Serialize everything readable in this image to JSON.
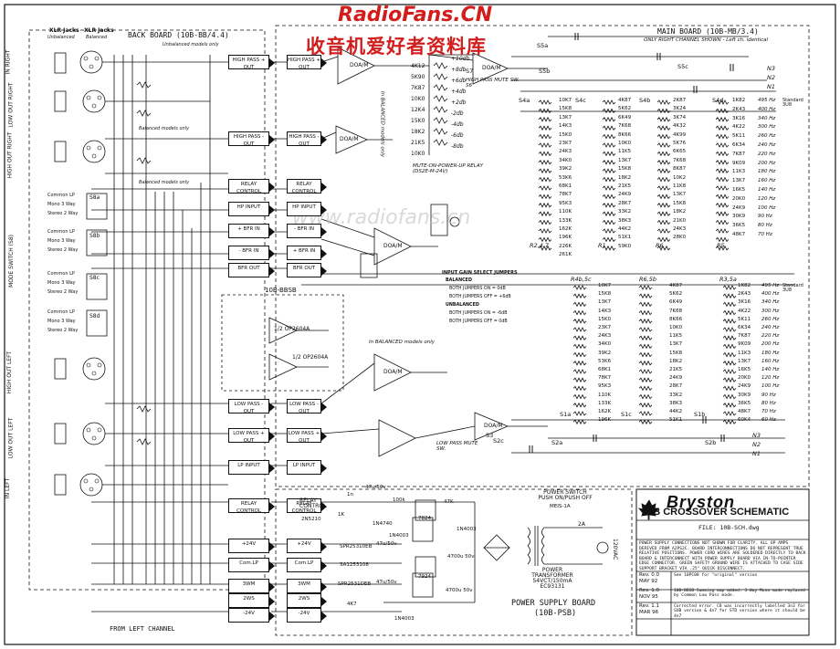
{
  "watermark": {
    "site": "RadioFans.CN",
    "cn": "收音机爱好者资料库",
    "faint": "www.radiofans.cn"
  },
  "back_board": {
    "heading": "BACK BOARD  (10B-BB/4.4)",
    "xlr_jacks_1": "XLR Jacks",
    "unbalanced": "Unbalanced",
    "xlr_jacks_2": "XLR Jacks",
    "balanced": "Balanced",
    "note_unbal": "Unbalanced models only",
    "note_bal": "Balanced models only",
    "note_bal2": "Balanced models only",
    "bbsb": "10B-BBSB",
    "op1": "1/2 OP2604A",
    "op2": "1/2 OP2604A",
    "from_left": "FROM LEFT CHANNEL",
    "side_labels": [
      "IN RIGHT",
      "LOW OUT RIGHT",
      "HIGH OUT RIGHT",
      "MODE SWITCH (S8)",
      "HIGH OUT LEFT",
      "LOW OUT LEFT",
      "IN LEFT"
    ],
    "mode_labels": [
      "Common LP",
      "Mono 3 Way",
      "Stereo 2 Way",
      "Common LP",
      "Mono 3 Way",
      "Stereo 2 Way",
      "Common LP",
      "Mono 3 Way",
      "Stereo 2 Way",
      "Common LP",
      "Mono 3 Way",
      "Stereo 2 Way"
    ],
    "switch_labels": [
      "S8a",
      "S8b",
      "S8c",
      "S8d"
    ]
  },
  "connectors_left": [
    "HIGH PASS + OUT",
    "HIGH PASS - OUT",
    "RELAY CONTROL",
    "HP INPUT",
    "+ BFR IN",
    "- BFR IN",
    "BFR OUT",
    "LOW PASS - OUT",
    "LOW PASS + OUT",
    "LP INPUT",
    "RELAY CONTROL",
    "+24V",
    "Com.LP",
    "3WM",
    "2WS",
    "-24V"
  ],
  "connectors_right": [
    "HIGH PASS + OUT",
    "HIGH PASS - OUT",
    "RELAY CONTROL",
    "HP INPUT",
    "- BFR IN",
    "+ BFR IN",
    "BFR OUT",
    "LOW PASS - OUT",
    "LOW PASS + OUT",
    "LP INPUT",
    "RELAY CONTROL",
    "+24V",
    "Com.LP",
    "3WM",
    "2WS",
    "-24V"
  ],
  "main_board": {
    "heading": "MAIN BOARD  (10B-MB/3.4)",
    "subheading": "ONLY RIGHT CHANNEL SHOWN - Left ch. identical",
    "doa_labels": [
      "DOA/M",
      "DOA/M",
      "DOA/M",
      "DOA/M",
      "DOA/M",
      "DOA/M"
    ],
    "high_pass_mute": "HIGH PASS MUTE SW. S6",
    "low_pass_mute": "LOW PASS MUTE SW.",
    "mute_relay": "MUTE-ON-POWER-UP RELAY (DS2E-M-24V)",
    "balanced_only": "In BALANCED models only",
    "balanced_only2": "In BALANCED models only",
    "gain_resistors": [
      "4K12",
      "5K90",
      "7K87",
      "10K0",
      "12K4",
      "15K0",
      "18K2",
      "21K5",
      "10K0"
    ],
    "gain_db": [
      "+10db",
      "+8db",
      "+6db",
      "+4db",
      "+2db",
      "-2db",
      "-4db",
      "-6db",
      "-8db"
    ],
    "jumper_title": "INPUT GAIN SELECT JUMPERS",
    "jumper_lines": [
      "BALANCED",
      "BOTH JUMPERS ON = 0dB",
      "BOTH JUMPERS OFF = +6dB",
      "UNBALANCED",
      "BOTH JUMPERS ON = -6dB",
      "BOTH JUMPERS OFF = 0dB"
    ],
    "switch_labels": [
      "S5a",
      "S5b",
      "S5c",
      "S4a",
      "S4b",
      "S4c",
      "S4d",
      "S1a",
      "S1b",
      "S1c",
      "S2a",
      "S2b",
      "S2c",
      "S3",
      "S7"
    ],
    "resistor_groups": [
      "R2,4,7",
      "R1",
      "R6",
      "R5",
      "R4b,5c",
      "R6,5b",
      "R3,5a"
    ],
    "net_labels": [
      "N3",
      "N2",
      "N1",
      "N3",
      "N2",
      "N1"
    ]
  },
  "frequency_table_top": {
    "values": [
      "1K82",
      "2K43",
      "3K16",
      "4K22",
      "5K11",
      "6K34",
      "7K87",
      "9K09",
      "11K3",
      "13K7",
      "16K5",
      "20K0",
      "24K9",
      "30K9",
      "36K5",
      "48K7"
    ],
    "freqs": [
      "495 Hz",
      "400 Hz",
      "340 Hz",
      "300 Hz",
      "260 Hz",
      "240 Hz",
      "220 Hz",
      "200 Hz",
      "180 Hz",
      "160 Hz",
      "140 Hz",
      "120 Hz",
      "100 Hz",
      "90 Hz",
      "80 Hz",
      "70 Hz"
    ],
    "standard": "Standard 3U8"
  },
  "frequency_table_bottom": {
    "values": [
      "1K82",
      "2K43",
      "3K16",
      "4K22",
      "5K11",
      "6K34",
      "7K87",
      "9K09",
      "11K3",
      "13K7",
      "16K5",
      "20K0",
      "24K9",
      "30K9",
      "36K5",
      "48K7",
      "60K4"
    ],
    "freqs": [
      "495 Hz",
      "400 Hz",
      "340 Hz",
      "300 Hz",
      "260 Hz",
      "240 Hz",
      "220 Hz",
      "200 Hz",
      "180 Hz",
      "160 Hz",
      "140 Hz",
      "120 Hz",
      "100 Hz",
      "90 Hz",
      "80 Hz",
      "70 Hz",
      "60 Hz"
    ],
    "standard": "Standard 3U8"
  },
  "resistor_col_a": [
    "10K7",
    "15K8",
    "13K7",
    "14K3",
    "15K0",
    "23K7",
    "24K3",
    "34K0",
    "39K2",
    "53K6",
    "68K1",
    "78K7",
    "95K3",
    "110K",
    "133K",
    "162K",
    "196K",
    "226K",
    "261K"
  ],
  "resistor_col_b": [
    "4K87",
    "5K62",
    "6K49",
    "7K68",
    "8K66",
    "10K0",
    "11K5",
    "13K7",
    "15K8",
    "18K2",
    "21K5",
    "24K9",
    "28K7",
    "33K2",
    "38K3",
    "44K2",
    "51K1",
    "59K0"
  ],
  "resistor_col_c": [
    "2K87",
    "3K24",
    "3K74",
    "4K32",
    "4K99",
    "5K76",
    "6K65",
    "7K68",
    "8K87",
    "10K2",
    "11K8",
    "13K7",
    "15K8",
    "18K2",
    "21K0",
    "24K3",
    "28K0"
  ],
  "power_supply": {
    "heading": "POWER SUPPLY BOARD",
    "heading2": "(10B-PSB)",
    "relay_control": "RELAY CONTROL",
    "parts": [
      "2N5210",
      "1K",
      "1N4740",
      "1n",
      "47u/50v",
      "100k",
      "47K",
      "7824",
      "7924",
      "1N4003",
      "1N4003",
      "1N4003",
      "4700u 50v",
      "4700u 50v",
      "SPR25310EB",
      "SA1253108",
      "SPR2531DEB",
      "4K7",
      "47u/50v",
      "47u/50v"
    ],
    "transformer": "POWER TRANSFORMER 54VCT/150mA EC93131",
    "switch": "POWER SWITCH PUSH ON/PUSH OFF",
    "switch_part": "MEIS-1A",
    "fuse": "2A",
    "mains": "120VAC"
  },
  "title_block": {
    "brand": "Bryston",
    "title": "10B CROSSOVER SCHEMATIC",
    "file": "FILE:  10B-SCH.dwg",
    "notes": "POWER SUPPLY CONNECTIONS NOT SHOWN FOR CLARITY. ALL OP AMPS DERIVED FROM A2PS2C. BOARD INTERCONNECTIONS DO NOT REPRESENT TRUE RELATIVE POSITIONS. POWER CORD WIRES ARE SOLDERED DIRECTLY TO BACK BOARD & INTERCONNECT WITH POWER SUPPLY BOARD VIA IN-TO-POINTER EDGE CONNECTOR. GREEN SAFETY GROUND WIRE IS ATTACHED TO CASE SIDE SUPPORT BRACKET VIA .25\" QUICK DISCONNECT.",
    "revisions": [
      {
        "rev": "Rev. 0.0",
        "date": "MAY 92",
        "desc": "See 10PC08 for \"original\" version"
      },
      {
        "rev": "Rev. 1.0",
        "date": "NOV 95",
        "desc": "10B-BBSB Summing amp added. 3 Way Mono mode replaced by Common Low Pass mode."
      },
      {
        "rev": "Rev. 1.1",
        "date": "MAR 96",
        "desc": "Corrected error. C8 was incorrectly labelled 3n3 for SUB version & 4n7 for STD version where it should be 4n7"
      }
    ]
  }
}
